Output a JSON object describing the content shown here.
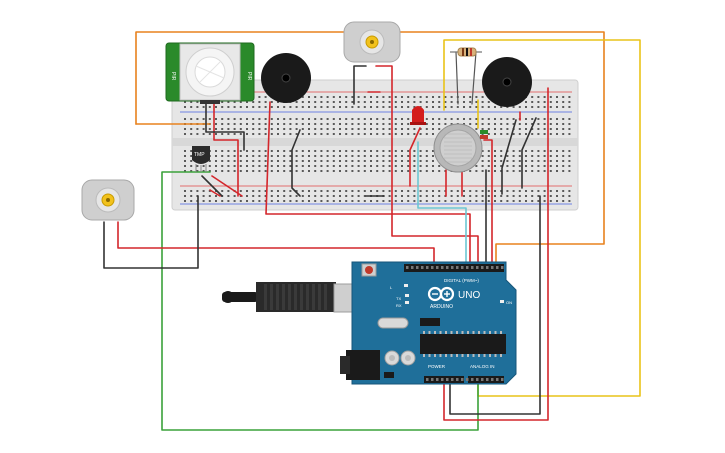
{
  "circuit": {
    "temp_sensor_label": "TMP",
    "arduino": {
      "model": "UNO",
      "brand": "ARDUINO",
      "header_digital": "DIGITAL (PWM~)",
      "header_power": "POWER",
      "header_analog": "ANALOG IN",
      "pin_tx": "TX",
      "pin_rx": "RX",
      "pin_l": "L",
      "pin_on": "ON"
    },
    "pir_side_left": "PIR",
    "pir_side_right": "PIR",
    "colors": {
      "wire_red": "#d4262b",
      "wire_black": "#333333",
      "wire_orange": "#e8821e",
      "wire_yellow": "#e9c318",
      "wire_green": "#3aa23a",
      "wire_cyan": "#6cc7d3",
      "arduino_blue": "#1f6f9a",
      "breadboard": "#e6e6e6",
      "pir_green": "#2a8a2a"
    }
  }
}
